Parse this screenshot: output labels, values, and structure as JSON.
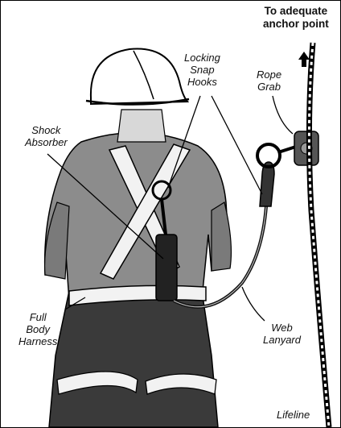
{
  "labels": {
    "anchor_line1": "To adequate",
    "anchor_line2": "anchor point",
    "snap_line1": "Locking",
    "snap_line2": "Snap",
    "snap_line3": "Hooks",
    "rope_line1": "Rope",
    "rope_line2": "Grab",
    "shock_line1": "Shock",
    "shock_line2": "Absorber",
    "harness_line1": "Full",
    "harness_line2": "Body",
    "harness_line3": "Harness",
    "web_line1": "Web",
    "web_line2": "Lanyard",
    "lifeline": "Lifeline"
  },
  "icons": {
    "arrow": "up-arrow-icon"
  }
}
